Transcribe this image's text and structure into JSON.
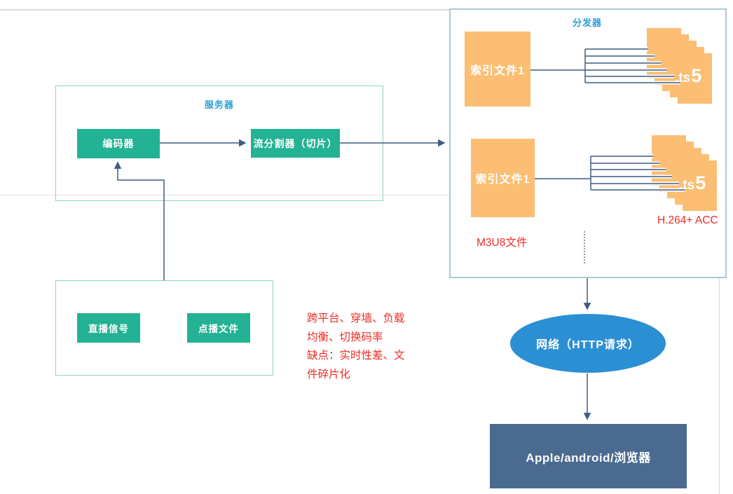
{
  "colors": {
    "green": "#23b294",
    "orange": "#fbbe73",
    "blue_heading": "#2d9ed8",
    "red_note": "#ed2c24",
    "connector": "#3d5c80",
    "teal_border": "#8fd2c0",
    "dist_border": "#aac8d6",
    "ellipse_blue": "#2b8fd3",
    "client_dark": "#4a6a90",
    "guide_gray": "#d9d9d9"
  },
  "server_group": {
    "title": "服务器",
    "encoder_label": "编码器",
    "slicer_label": "流分割器（切片）"
  },
  "source_group": {
    "live_label": "直播信号",
    "vod_label": "点播文件"
  },
  "annotation": {
    "lines": [
      "跨平台、穿墙、负载",
      "均衡、切换码率",
      "缺点：实时性差、文",
      "件碎片化"
    ]
  },
  "distributor": {
    "title": "分发器",
    "rows": [
      {
        "index_label": "索引文件1",
        "ts_label": ".ts",
        "ts_count": "5"
      },
      {
        "index_label": "索引文件1",
        "ts_label": ".ts",
        "ts_count": "5"
      }
    ],
    "m3u8_label": "M3U8文件",
    "codec_label": "H.264+ ACC"
  },
  "network": {
    "label": "网络（HTTP请求）"
  },
  "client": {
    "label": "Apple/android/浏览器"
  }
}
